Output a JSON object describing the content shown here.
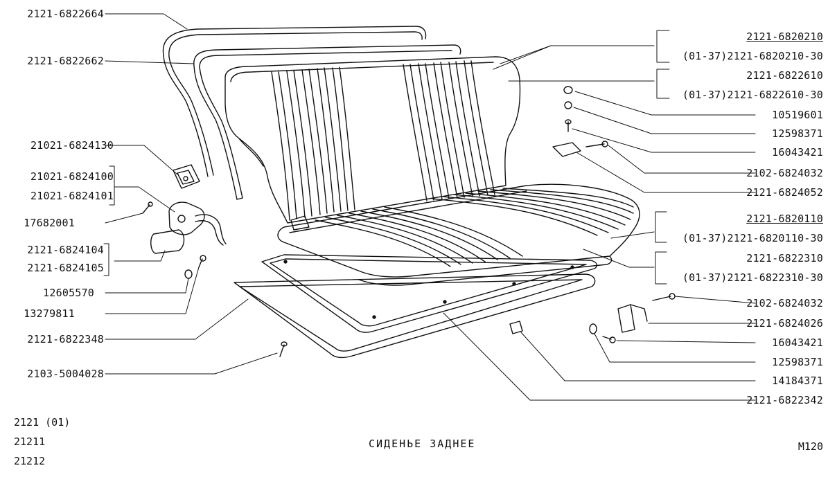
{
  "callouts_left": [
    {
      "id": "a",
      "text": "2121-6822664"
    },
    {
      "id": "b",
      "text": "2121-6822662"
    },
    {
      "id": "c",
      "text": "21021-6824130"
    },
    {
      "id": "d",
      "text": "21021-6824100"
    },
    {
      "id": "e",
      "text": "21021-6824101"
    },
    {
      "id": "f",
      "text": "17682001"
    },
    {
      "id": "g",
      "text": "2121-6824104"
    },
    {
      "id": "h",
      "text": "2121-6824105"
    },
    {
      "id": "i",
      "text": "12605570"
    },
    {
      "id": "j",
      "text": "13279811"
    },
    {
      "id": "k",
      "text": "2121-6822348"
    },
    {
      "id": "m",
      "text": "2103-5004028"
    }
  ],
  "callouts_right": [
    {
      "id": "n",
      "text": "2121-6820210",
      "underline": true
    },
    {
      "id": "o",
      "text": "(01-37)2121-6820210-30"
    },
    {
      "id": "p",
      "text": "2121-6822610"
    },
    {
      "id": "q",
      "text": "(01-37)2121-6822610-30"
    },
    {
      "id": "s",
      "text": "10519601"
    },
    {
      "id": "t",
      "text": "12598371"
    },
    {
      "id": "v",
      "text": "16043421"
    },
    {
      "id": "w",
      "text": "2102-6824032"
    },
    {
      "id": "x",
      "text": "2121-6824052"
    },
    {
      "id": "y",
      "text": "2121-6820110",
      "underline": true
    },
    {
      "id": "z",
      "text": "(01-37)2121-6820110-30"
    },
    {
      "id": "aa",
      "text": "2121-6822310"
    },
    {
      "id": "ab",
      "text": "(01-37)2121-6822310-30"
    },
    {
      "id": "ac",
      "text": "2102-6824032"
    },
    {
      "id": "ad",
      "text": "2121-6824026"
    },
    {
      "id": "ae",
      "text": "16043421"
    },
    {
      "id": "af",
      "text": "12598371"
    },
    {
      "id": "ag",
      "text": "14184371"
    },
    {
      "id": "ah",
      "text": "2121-6822342"
    }
  ],
  "models": [
    "2121 (01)",
    "21211",
    "21212"
  ],
  "title": "СИДЕНЬЕ ЗАДНЕЕ",
  "sheet": "M120",
  "colors": {
    "ink": "#111111",
    "paper": "#ffffff"
  }
}
